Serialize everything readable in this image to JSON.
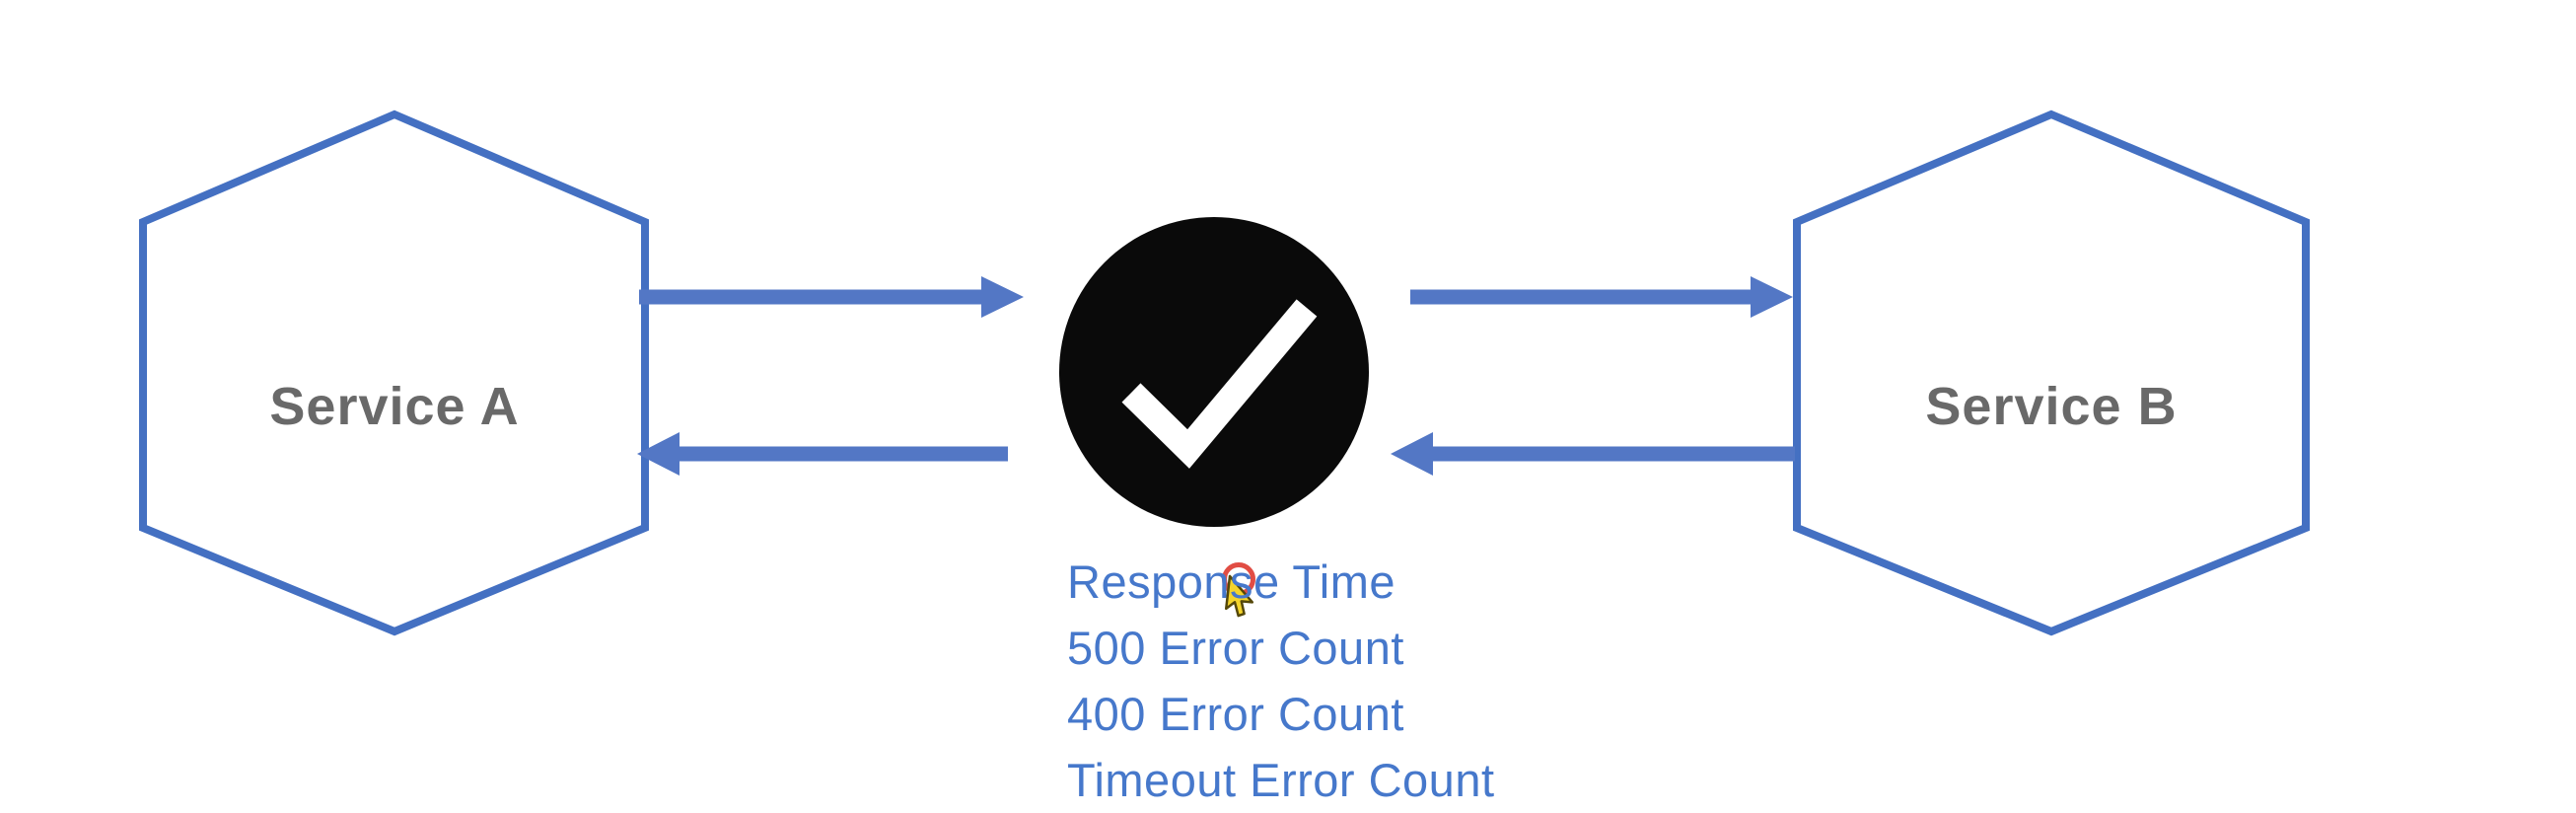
{
  "diagram": {
    "service_a": {
      "label": "Service A"
    },
    "service_b": {
      "label": "Service B"
    },
    "health_check": {
      "icon": "check-circle-icon"
    },
    "metrics": {
      "lines": [
        "Response Time",
        "500 Error Count",
        "400 Error Count",
        "Timeout Error Count"
      ]
    },
    "cursor": {
      "type": "pointer-with-click-ring"
    },
    "colors": {
      "background": "#FFFFFF",
      "hexagon_stroke": "#4470C2",
      "hexagon_fill": "#FFFFFF",
      "arrow": "#5377C5",
      "service_label_text": "#696969",
      "metrics_text": "#4678CB",
      "check_circle_fill": "#0A0A0A",
      "check_mark": "#FFFFFF",
      "cursor_ring": "#DE3A30",
      "cursor_fill": "#F4D42B",
      "cursor_outline": "#55480A"
    }
  }
}
